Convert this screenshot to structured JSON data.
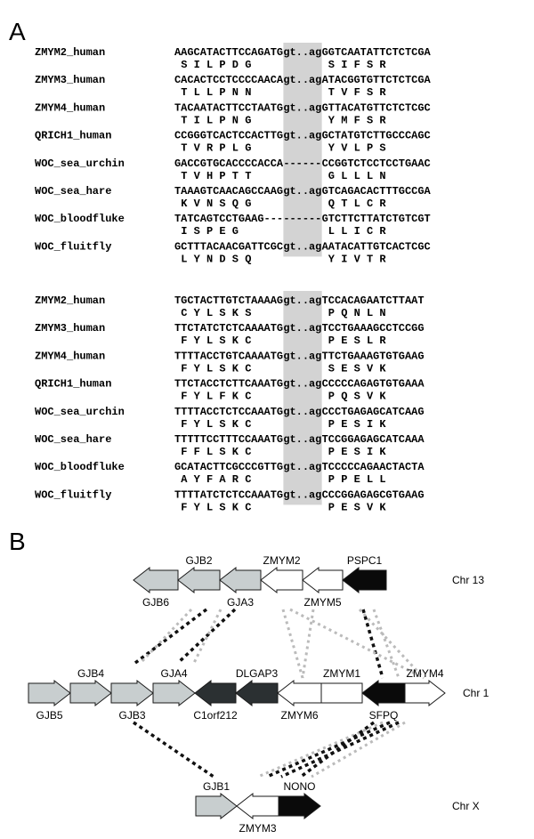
{
  "panel_a": {
    "letter": "A",
    "blocks": [
      {
        "rows": [
          {
            "name": "ZMYM2_human",
            "left": "AAGCATACTTCCAGATG",
            "mid": "gt..ag",
            "right": "GGTCAATATTCTCTCGA",
            "aa_left": "S I L P D G",
            "aa_right": "S I F S R"
          },
          {
            "name": "ZMYM3_human",
            "left": "CACACTCCTCCCCAACA",
            "mid": "gt..ag",
            "right": "ATACGGTGTTCTCTCGA",
            "aa_left": "T L L P N N",
            "aa_right": "T V F S R"
          },
          {
            "name": "ZMYM4_human",
            "left": "TACAATACTTCCTAATG",
            "mid": "gt..ag",
            "right": "GTTACATGTTCTCTCGC",
            "aa_left": "T I L P N G",
            "aa_right": "Y M F S R"
          },
          {
            "name": "QRICH1_human",
            "left": "CCGGGTCACTCCACTTG",
            "mid": "gt..ag",
            "right": "GCTATGTCTTGCCCAGC",
            "aa_left": "T V R P L G",
            "aa_right": "Y V L P S"
          },
          {
            "name": "WOC_sea_urchin",
            "left": "GACCGTGCACCCCACCA",
            "mid": "------",
            "right": "CCGGTCTCCTCCTGAAC",
            "aa_left": "T V H P T T",
            "aa_right": "G L L L N"
          },
          {
            "name": "WOC_sea_hare",
            "left": "TAAAGTCAACAGCCAAG",
            "mid": "gt..ag",
            "right": "GTCAGACACTTTGCCGA",
            "aa_left": "K V N S Q G",
            "aa_right": "Q T L C R"
          },
          {
            "name": "WOC_bloodfluke",
            "left": "TATCAGTCCTGAAG---",
            "mid": "------",
            "right": "GTCTTCTTATCTGTCGT",
            "aa_left": "I S P E G",
            "aa_right": "L L I C R"
          },
          {
            "name": "WOC_fluitfly",
            "left": "GCTTTACAACGATTCGC",
            "mid": "gt..ag",
            "right": "AATACATTGTCACTCGC",
            "aa_left": "L Y N D S Q",
            "aa_right": "Y I V T R"
          }
        ]
      },
      {
        "rows": [
          {
            "name": "ZMYM2_human",
            "left": "TGCTACTTGTCTAAAAG",
            "mid": "gt..ag",
            "right": "TCCACAGAATCTTAAT",
            "aa_left": "C Y L S K S",
            "aa_right": "P Q N L N"
          },
          {
            "name": "ZMYM3_human",
            "left": "TTCTATCTCTCAAAATG",
            "mid": "gt..ag",
            "right": "TCCTGAAAGCCTCCGG",
            "aa_left": "F Y L S K C",
            "aa_right": "P E S L R"
          },
          {
            "name": "ZMYM4_human",
            "left": "TTTTACCTGTCAAAATG",
            "mid": "gt..ag",
            "right": "TTCTGAAAGTGTGAAG",
            "aa_left": "F Y L S K C",
            "aa_right": "S E S V K"
          },
          {
            "name": "QRICH1_human",
            "left": "TTCTACCTCTTCAAATG",
            "mid": "gt..ag",
            "right": "CCCCCAGAGTGTGAAA",
            "aa_left": "F Y L F K C",
            "aa_right": "P Q S V K"
          },
          {
            "name": "WOC_sea_urchin",
            "left": "TTTTACCTCTCCAAATG",
            "mid": "gt..ag",
            "right": "CCCTGAGAGCATCAAG",
            "aa_left": "F Y L S K C",
            "aa_right": "P E S I K"
          },
          {
            "name": "WOC_sea_hare",
            "left": "TTTTTCCTTTCCAAATG",
            "mid": "gt..ag",
            "right": "TCCGGAGAGCATCAAA",
            "aa_left": "F F L S K C",
            "aa_right": "P E S I K"
          },
          {
            "name": "WOC_bloodfluke",
            "left": "GCATACTTCGCCCGTTG",
            "mid": "gt..ag",
            "right": "TCCCCCAGAACTACTA",
            "aa_left": "A Y F A R C",
            "aa_right": "P P E L L"
          },
          {
            "name": "WOC_fluitfly",
            "left": "TTTTATCTCTCCAAATG",
            "mid": "gt..ag",
            "right": "CCCGGAGAGCGTGAAG",
            "aa_left": "F Y L S K C",
            "aa_right": "P E S V K"
          }
        ]
      }
    ]
  },
  "panel_b": {
    "letter": "B",
    "colors": {
      "light": "#c8cecf",
      "white": "#ffffff",
      "dark": "#2b3032",
      "black": "#0a0a0a",
      "outline": "#1a1a1a",
      "dot_dark": "#111111",
      "dot_light": "#bbbbbb"
    },
    "chromosomes": [
      {
        "name": "Chr 13",
        "genes": [
          {
            "name": "GJB6",
            "dir": "left",
            "fill": "light",
            "label": "below"
          },
          {
            "name": "GJB2",
            "dir": "left",
            "fill": "light",
            "label": "above"
          },
          {
            "name": "GJA3",
            "dir": "left",
            "fill": "light",
            "label": "below"
          },
          {
            "name": "ZMYM2",
            "dir": "left",
            "fill": "white",
            "label": "above"
          },
          {
            "name": "ZMYM5",
            "dir": "left",
            "fill": "white",
            "label": "below"
          },
          {
            "name": "PSPC1",
            "dir": "left",
            "fill": "black",
            "label": "above"
          }
        ]
      },
      {
        "name": "Chr 1",
        "genes": [
          {
            "name": "GJB5",
            "dir": "right",
            "fill": "light",
            "label": "below"
          },
          {
            "name": "GJB4",
            "dir": "right",
            "fill": "light",
            "label": "above"
          },
          {
            "name": "GJB3",
            "dir": "right",
            "fill": "light",
            "label": "below"
          },
          {
            "name": "GJA4",
            "dir": "right",
            "fill": "light",
            "label": "above"
          },
          {
            "name": "C1orf212",
            "dir": "left",
            "fill": "dark",
            "label": "below"
          },
          {
            "name": "DLGAP3",
            "dir": "left",
            "fill": "dark",
            "label": "above"
          },
          {
            "name": "ZMYM6",
            "dir": "left",
            "fill": "white",
            "label": "below"
          },
          {
            "name": "ZMYM1",
            "dir": "none",
            "fill": "white",
            "label": "above"
          },
          {
            "name": "SFPQ",
            "dir": "left",
            "fill": "black",
            "label": "below"
          },
          {
            "name": "ZMYM4",
            "dir": "right",
            "fill": "white",
            "label": "above"
          }
        ]
      },
      {
        "name": "Chr X",
        "genes": [
          {
            "name": "GJB1",
            "dir": "right",
            "fill": "light",
            "label": "above"
          },
          {
            "name": "ZMYM3",
            "dir": "left",
            "fill": "white",
            "label": "below"
          },
          {
            "name": "NONO",
            "dir": "right",
            "fill": "black",
            "label": "above"
          }
        ]
      }
    ]
  }
}
